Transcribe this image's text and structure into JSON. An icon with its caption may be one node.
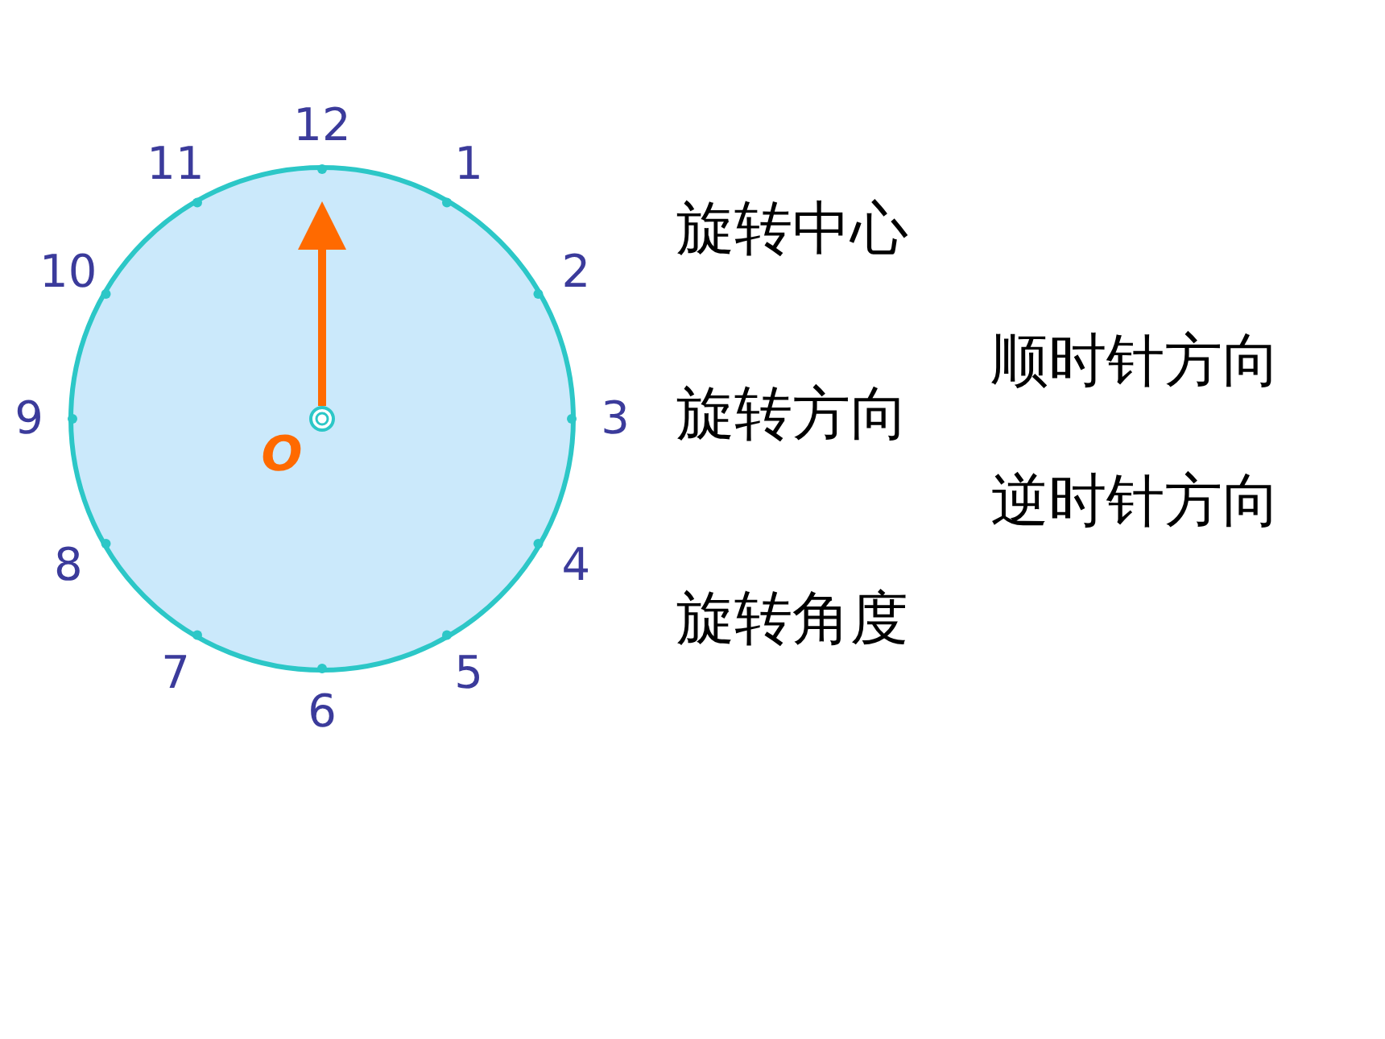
{
  "diagram": {
    "labels": [
      "12",
      "1",
      "2",
      "3",
      "4",
      "5",
      "6",
      "7",
      "8",
      "9",
      "10",
      "11",
      "O",
      "旋转中心",
      "顺时针方向",
      "旋转方向",
      "逆时针方向",
      "旋转角度"
    ]
  }
}
